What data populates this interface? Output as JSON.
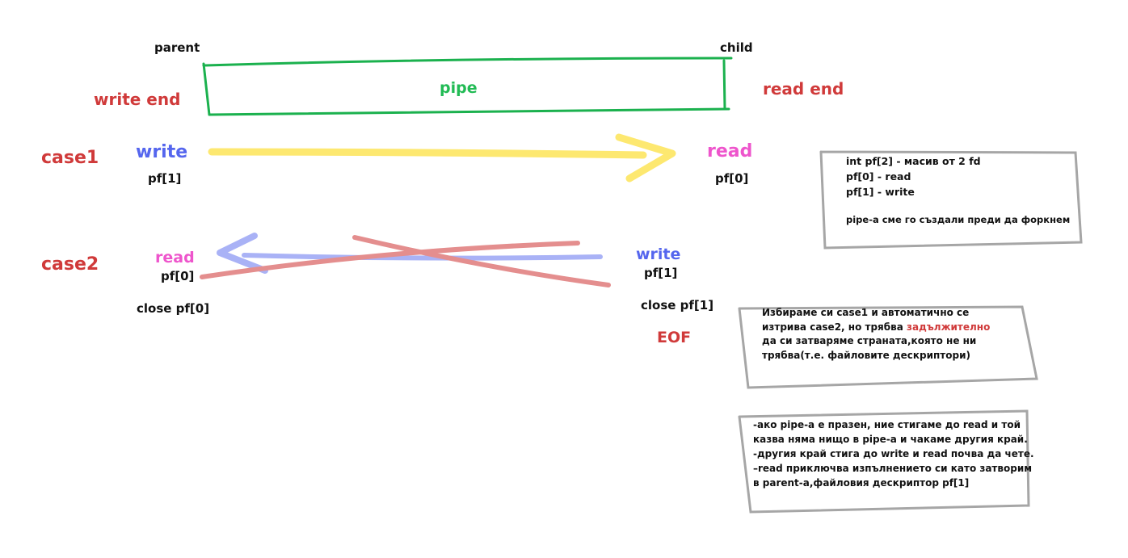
{
  "colors": {
    "pipe_box": "#1bb14e",
    "case1_arrow": "#fde870",
    "case2_arrow": "#a9b2f6",
    "cross": "#e48e8e",
    "note_border": "#a6a6a6",
    "label_red": "#d03a3a",
    "label_blue": "#5566ee",
    "label_pink": "#ee55cc",
    "label_green": "#22bb55"
  },
  "header": {
    "parent": "parent",
    "child": "child",
    "pipe": "pipe",
    "write_end": "write end",
    "read_end": "read end"
  },
  "case1": {
    "label": "case1",
    "write": "write",
    "write_fd": "pf[1]",
    "read": "read",
    "read_fd": "pf[0]"
  },
  "case2": {
    "label": "case2",
    "read": "read",
    "read_fd": "pf[0]",
    "close_read": "close pf[0]",
    "write": "write",
    "write_fd": "pf[1]",
    "close_write": "close pf[1]",
    "eof": "EOF"
  },
  "note1": {
    "line1": "int pf[2] - масив от 2 fd",
    "line2": "pf[0] - read",
    "line3": "pf[1] - write",
    "line4": "pipe-а сме го създали преди да форкнем"
  },
  "note2": {
    "line1": "Избираме си case1 и автоматично се",
    "line2a": "изтрива case2, но трябва ",
    "line2b": "задължително",
    "line3": "да си затваряме страната,която не ни",
    "line4": "трябва(т.е. файловите дескриптори)"
  },
  "note3": {
    "line1": "-ако pipe-а е празен, ние стигаме до read и той",
    "line2": "казва няма нищо в pipe-а и чакаме другия край.",
    "line3": "-другия край стига до write и read почва да чете.",
    "line4": "–read приключва изпълнението си като затворим",
    "line5": "в parent-а,файловия дескриптор pf[1]"
  }
}
